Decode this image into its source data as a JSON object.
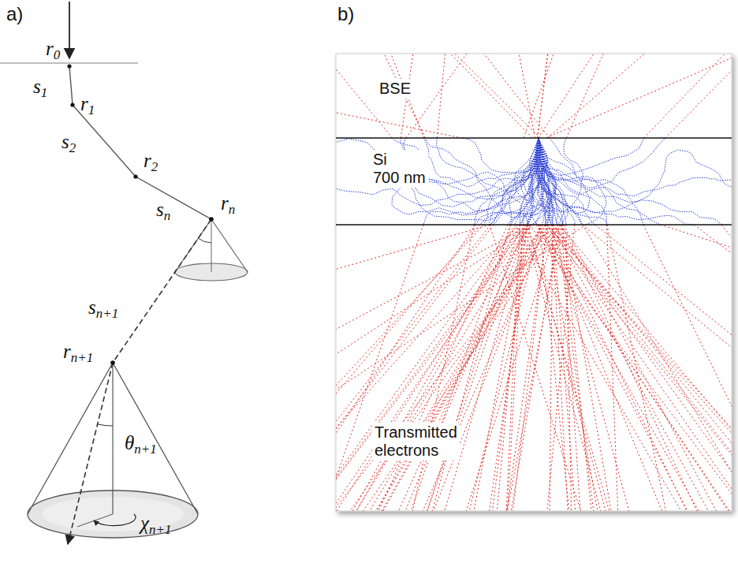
{
  "diagram": {
    "labels": [
      "a)",
      "b)",
      "r0",
      "s1",
      "r1",
      "s2",
      "r2",
      "sn",
      "rn",
      "sn+1",
      "rn+1",
      "θn+1",
      "χn+1",
      "BSE",
      "Si 700 nm",
      "Transmitted electrons"
    ]
  }
}
